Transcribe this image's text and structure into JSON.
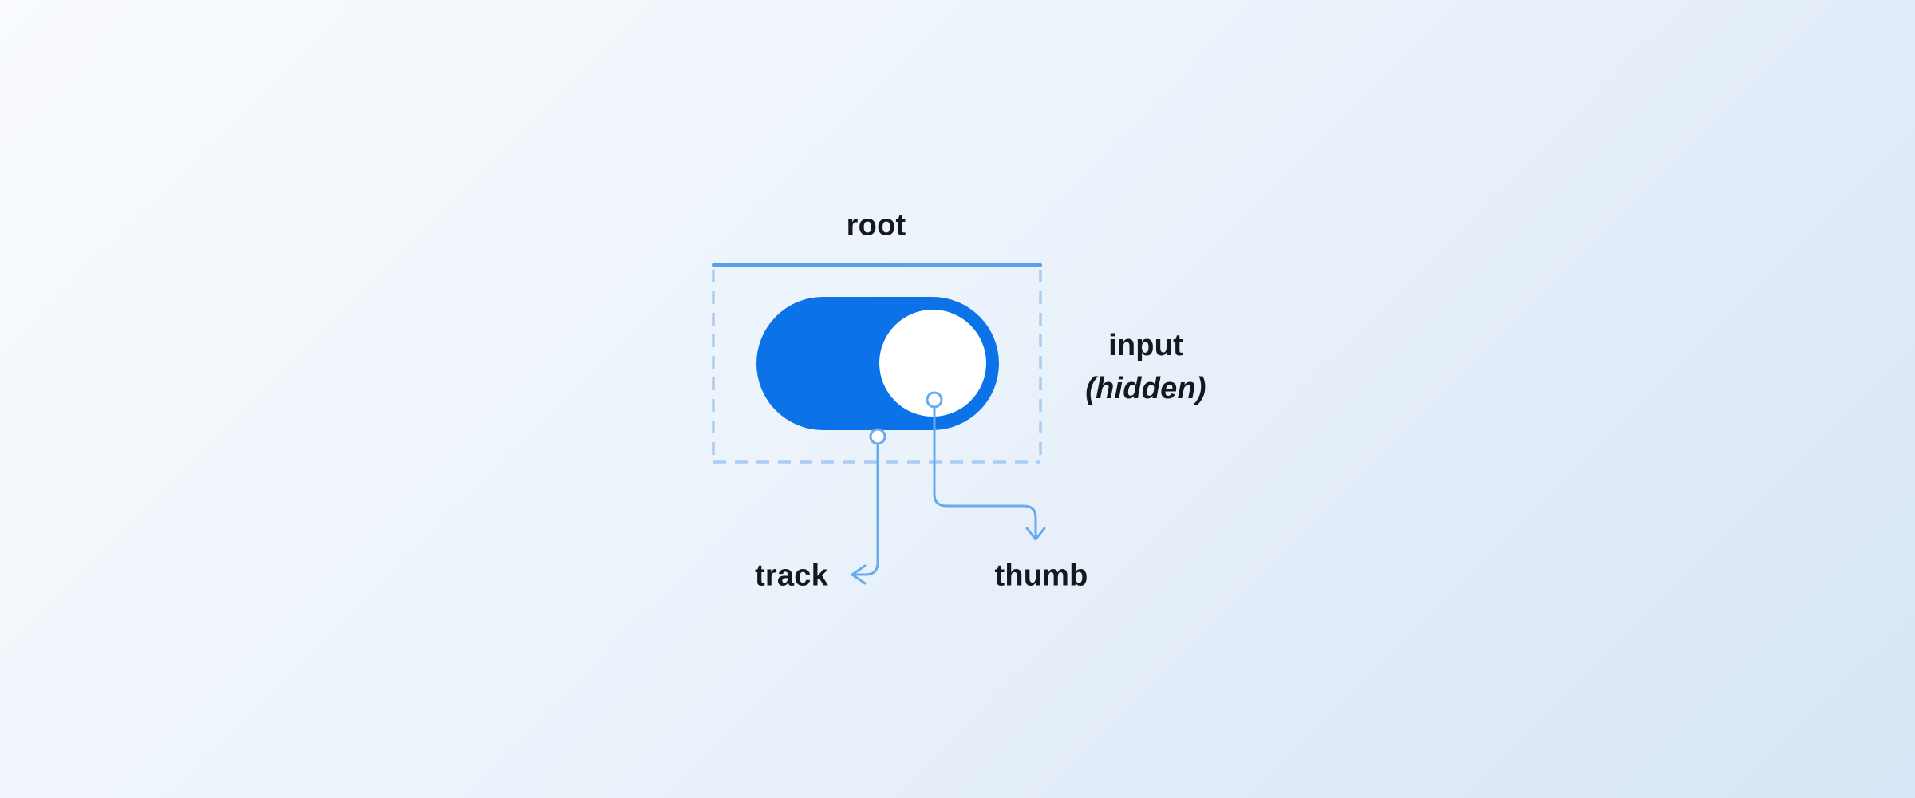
{
  "diagram": {
    "root_label": "root",
    "track_label": "track",
    "thumb_label": "thumb",
    "input_label": "input",
    "input_sub_label": "(hidden)",
    "switch_state": "on",
    "colors": {
      "switch_fill": "#0b72e8",
      "thumb_fill": "#ffffff",
      "annotation_line": "#66abef",
      "root_line": "#55a1ed",
      "dashed_border": "#a9cdf2",
      "label_text": "#15181c",
      "background_start": "#f9fbfe",
      "background_end": "#d7e5f6"
    }
  }
}
